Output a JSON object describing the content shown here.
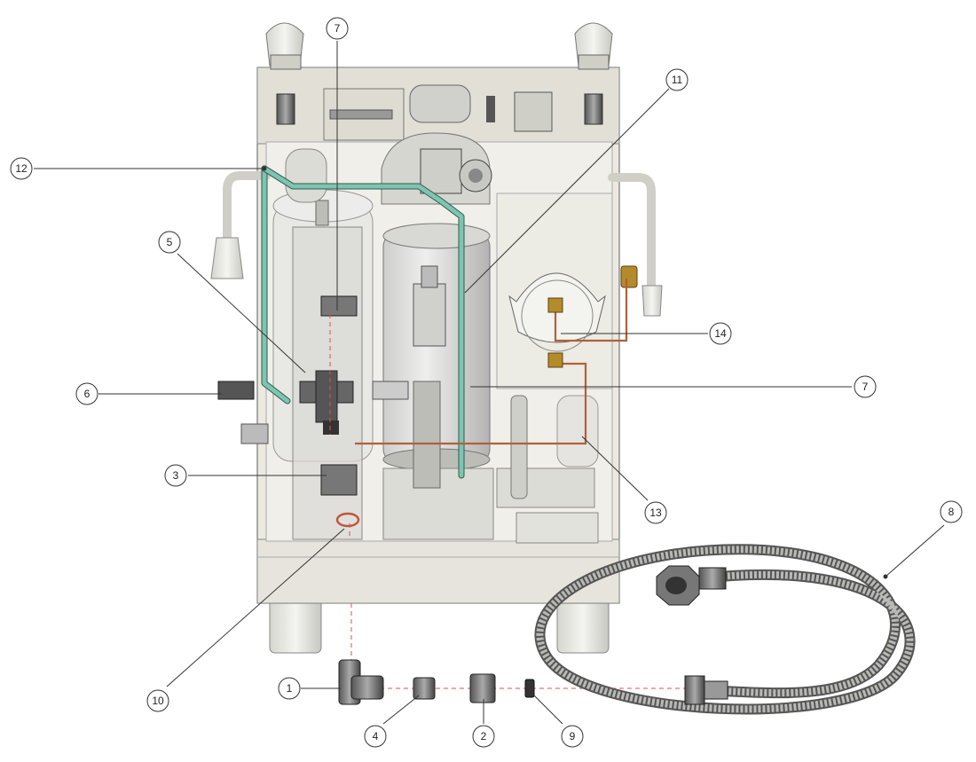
{
  "diagram": {
    "callouts": [
      {
        "id": "c1",
        "label": "1"
      },
      {
        "id": "c2",
        "label": "2"
      },
      {
        "id": "c3",
        "label": "3"
      },
      {
        "id": "c4",
        "label": "4"
      },
      {
        "id": "c5",
        "label": "5"
      },
      {
        "id": "c6",
        "label": "6"
      },
      {
        "id": "c7a",
        "label": "7"
      },
      {
        "id": "c7b",
        "label": "7"
      },
      {
        "id": "c8",
        "label": "8"
      },
      {
        "id": "c9",
        "label": "9"
      },
      {
        "id": "c10",
        "label": "10"
      },
      {
        "id": "c11",
        "label": "11"
      },
      {
        "id": "c12",
        "label": "12"
      },
      {
        "id": "c13",
        "label": "13"
      },
      {
        "id": "c14",
        "label": "14"
      }
    ],
    "colors": {
      "water_line": "#7fc4b0",
      "copper_line": "#b0613a",
      "brass": "#b58a2a",
      "frame": "#e4e1d6",
      "leader": "#333333",
      "hidden_path": "#e05050"
    }
  }
}
